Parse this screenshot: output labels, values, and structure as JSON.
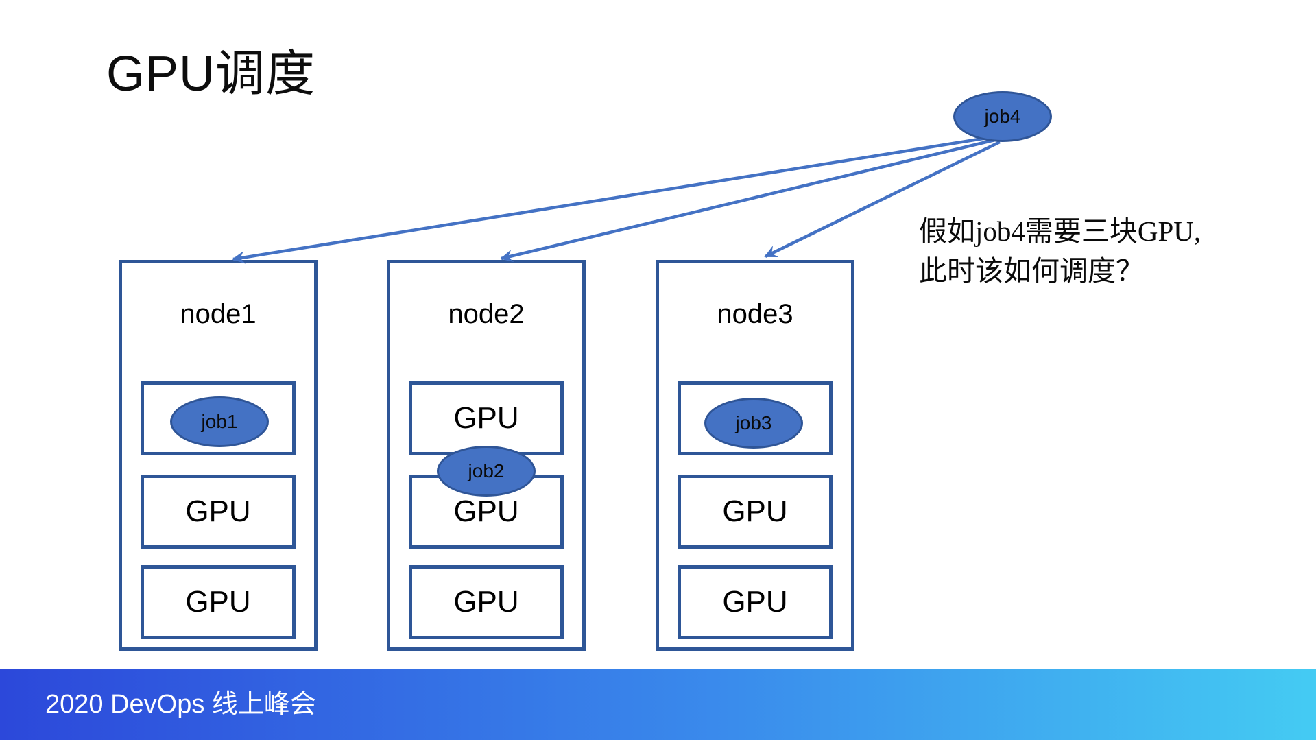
{
  "title": "GPU调度",
  "nodes": [
    {
      "label": "node1",
      "gpus": [
        {
          "label": ""
        },
        {
          "label": "GPU"
        },
        {
          "label": "GPU"
        }
      ]
    },
    {
      "label": "node2",
      "gpus": [
        {
          "label": "GPU"
        },
        {
          "label": "GPU"
        },
        {
          "label": "GPU"
        }
      ]
    },
    {
      "label": "node3",
      "gpus": [
        {
          "label": ""
        },
        {
          "label": "GPU"
        },
        {
          "label": "GPU"
        }
      ]
    }
  ],
  "jobs": [
    {
      "label": "job1"
    },
    {
      "label": "job2"
    },
    {
      "label": "job3"
    },
    {
      "label": "job4"
    }
  ],
  "annotation": {
    "line1": "假如job4需要三块GPU,",
    "line2": "此时该如何调度？"
  },
  "footer": {
    "text": "2020 DevOps 线上峰会"
  },
  "colors": {
    "title-text": "#0D0D0D",
    "node-border": "#2E5697",
    "job-fill": "#4472C4",
    "job-border": "#2F5597",
    "arrow": "#4472C4",
    "footer-start": "#2C48DA",
    "footer-mid": "#3A8BEC",
    "footer-end": "#44CBF3",
    "footer-text": "#FFFFFF"
  }
}
